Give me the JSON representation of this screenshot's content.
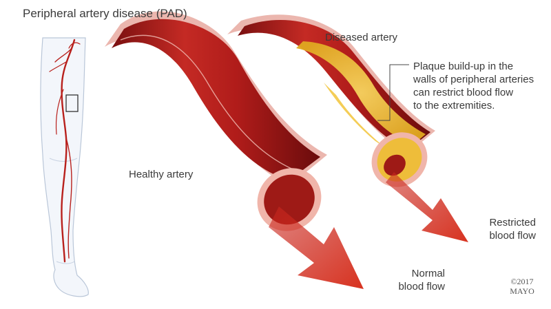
{
  "title": "Peripheral artery disease (PAD)",
  "labels": {
    "diseased": "Diseased artery",
    "healthy": "Healthy artery",
    "plaque_lines": [
      "Plaque build-up in the",
      "walls of peripheral arteries",
      "can restrict blood flow",
      "to the extremities."
    ],
    "restricted_lines": [
      "Restricted",
      "blood flow"
    ],
    "normal_lines": [
      "Normal",
      "blood flow"
    ]
  },
  "copyright_lines": [
    "©2017",
    "MAYO"
  ],
  "colors": {
    "artery_red": "#b01c1a",
    "artery_dark": "#7a1010",
    "artery_wall": "#e8a9a0",
    "plaque": "#f2c43a",
    "arrow": "#e0402a",
    "leg_outline": "#b9c6d8",
    "leg_fill": "#f3f6fb",
    "leader_line": "#444444"
  }
}
